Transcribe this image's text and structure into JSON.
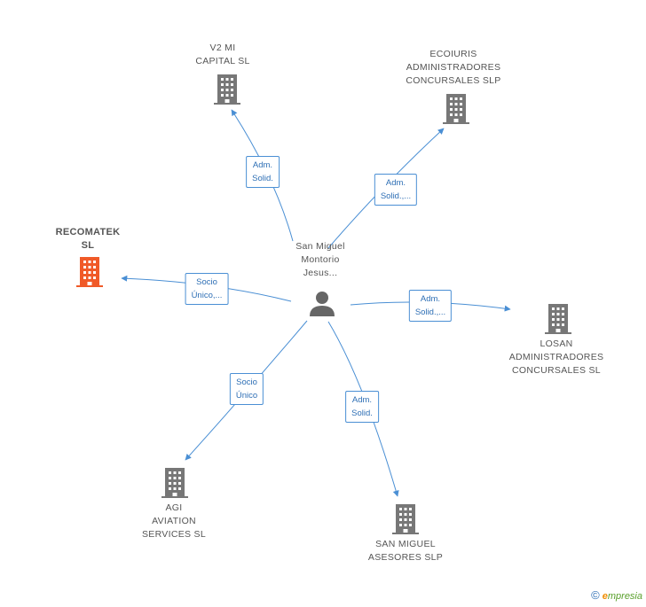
{
  "colors": {
    "edge": "#4a8fd4",
    "building": "#777777",
    "highlight": "#f05a28",
    "person": "#666666"
  },
  "center": {
    "name": "San Miguel\nMontorio\nJesus..."
  },
  "nodes": [
    {
      "id": "v2mi",
      "name": "V2 MI\nCAPITAL SL",
      "highlight": false
    },
    {
      "id": "ecoiuris",
      "name": "ECOIURIS\nADMINISTRADORES\nCONCURSALES SLP",
      "highlight": false
    },
    {
      "id": "recomatek",
      "name": "RECOMATEK\nSL",
      "highlight": true
    },
    {
      "id": "losan",
      "name": "LOSAN\nADMINISTRADORES\nCONCURSALES SL",
      "highlight": false
    },
    {
      "id": "agi",
      "name": "AGI\nAVIATION\nSERVICES SL",
      "highlight": false
    },
    {
      "id": "sanmiguel",
      "name": "SAN MIGUEL\nASESORES SLP",
      "highlight": false
    }
  ],
  "edges": [
    {
      "to": "v2mi",
      "label": "Adm.\nSolid."
    },
    {
      "to": "ecoiuris",
      "label": "Adm.\nSolid.,..."
    },
    {
      "to": "recomatek",
      "label": "Socio\nÚnico,..."
    },
    {
      "to": "losan",
      "label": "Adm.\nSolid.,..."
    },
    {
      "to": "agi",
      "label": "Socio\nÚnico"
    },
    {
      "to": "sanmiguel",
      "label": "Adm.\nSolid."
    }
  ],
  "footer": {
    "copyright": "©",
    "brand_e": "e",
    "brand_rest": "mpresia"
  }
}
